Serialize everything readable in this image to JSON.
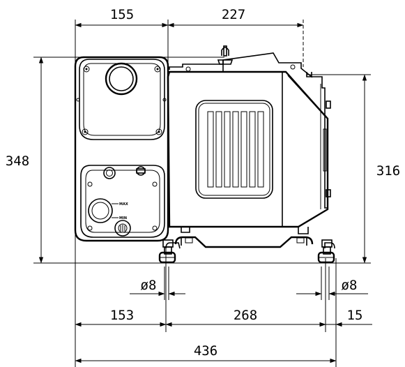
{
  "dimensions": {
    "top_left_width": "155",
    "top_right_width": "227",
    "left_height": "348",
    "right_height": "316",
    "left_foot_diameter": "ø8",
    "right_foot_diameter": "ø8",
    "bottom_left_span": "153",
    "bottom_middle_span": "268",
    "bottom_right_span": "15",
    "overall_width": "436"
  },
  "panel_labels": {
    "max_mark": "MAX",
    "min_mark": "MIN"
  }
}
